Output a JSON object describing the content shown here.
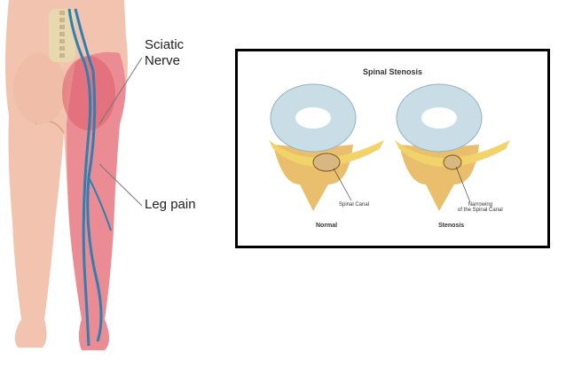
{
  "labels": {
    "sciatic_nerve_line1": "Sciatic",
    "sciatic_nerve_line2": "Nerve",
    "leg_pain": "Leg pain"
  },
  "inset": {
    "title": "Spinal Stenosis",
    "normal": {
      "caption": "Normal",
      "annotation": "Spinal Canal"
    },
    "stenosis": {
      "caption": "Stenosis",
      "annotation_line1": "Narrowing",
      "annotation_line2": "of the Spinal Canal"
    }
  },
  "colors": {
    "skin": "#f2c4b0",
    "pain": "#e8788a",
    "nerve": "#2f7fb0",
    "bone": "#e9bf6e",
    "disc": "#c9dde6"
  }
}
